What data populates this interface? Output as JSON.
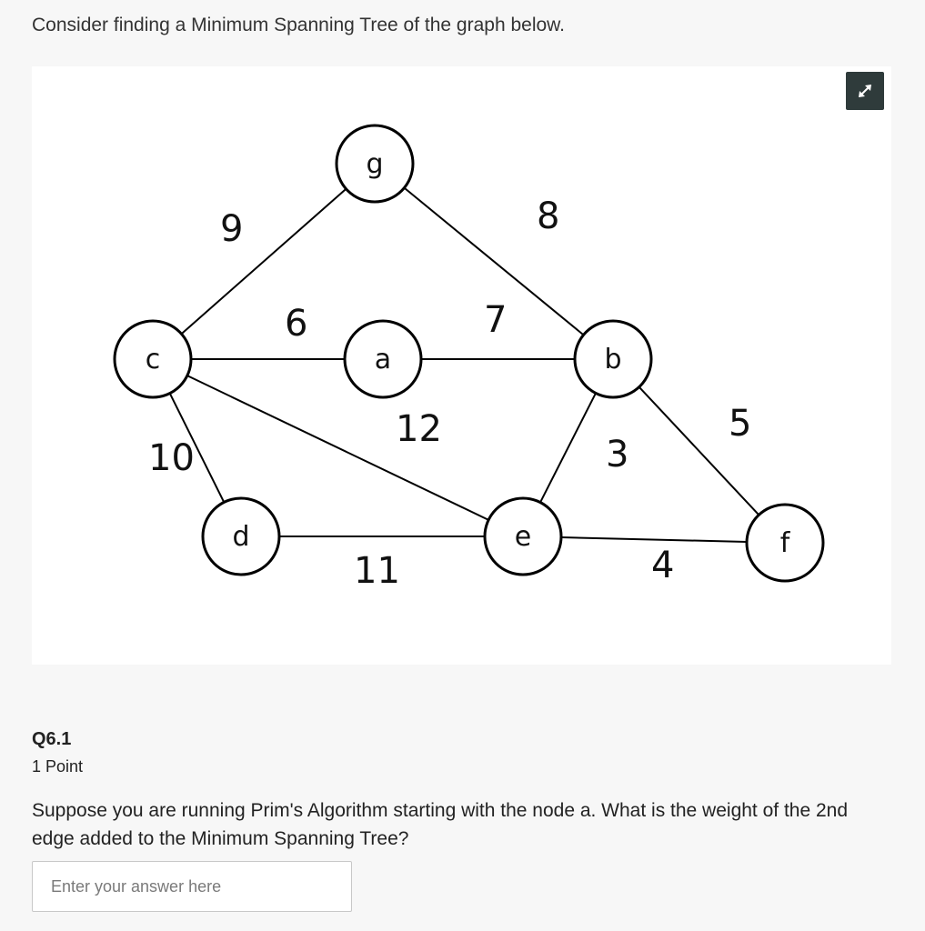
{
  "intro_text": "Consider finding a Minimum Spanning Tree of the graph below.",
  "expand_icon": "expand-arrows-icon",
  "graph": {
    "nodes": [
      {
        "id": "g",
        "label": "g"
      },
      {
        "id": "c",
        "label": "c"
      },
      {
        "id": "a",
        "label": "a"
      },
      {
        "id": "b",
        "label": "b"
      },
      {
        "id": "d",
        "label": "d"
      },
      {
        "id": "e",
        "label": "e"
      },
      {
        "id": "f",
        "label": "f"
      }
    ],
    "edges": [
      {
        "from": "c",
        "to": "g",
        "weight": "9"
      },
      {
        "from": "g",
        "to": "b",
        "weight": "8"
      },
      {
        "from": "c",
        "to": "a",
        "weight": "6"
      },
      {
        "from": "a",
        "to": "b",
        "weight": "7"
      },
      {
        "from": "c",
        "to": "e",
        "weight": "12"
      },
      {
        "from": "c",
        "to": "d",
        "weight": "10"
      },
      {
        "from": "b",
        "to": "e",
        "weight": "3"
      },
      {
        "from": "b",
        "to": "f",
        "weight": "5"
      },
      {
        "from": "d",
        "to": "e",
        "weight": "11"
      },
      {
        "from": "e",
        "to": "f",
        "weight": "4"
      }
    ]
  },
  "question": {
    "number": "Q6.1",
    "points": "1 Point",
    "text": "Suppose you are running Prim's Algorithm starting with the node a. What is the weight of the 2nd edge added to the Minimum Spanning Tree?",
    "input_placeholder": "Enter your answer here",
    "input_value": ""
  },
  "colors": {
    "page_background": "#f7f7f7",
    "figure_background": "#ffffff",
    "expand_button": "#2f3b3b"
  }
}
